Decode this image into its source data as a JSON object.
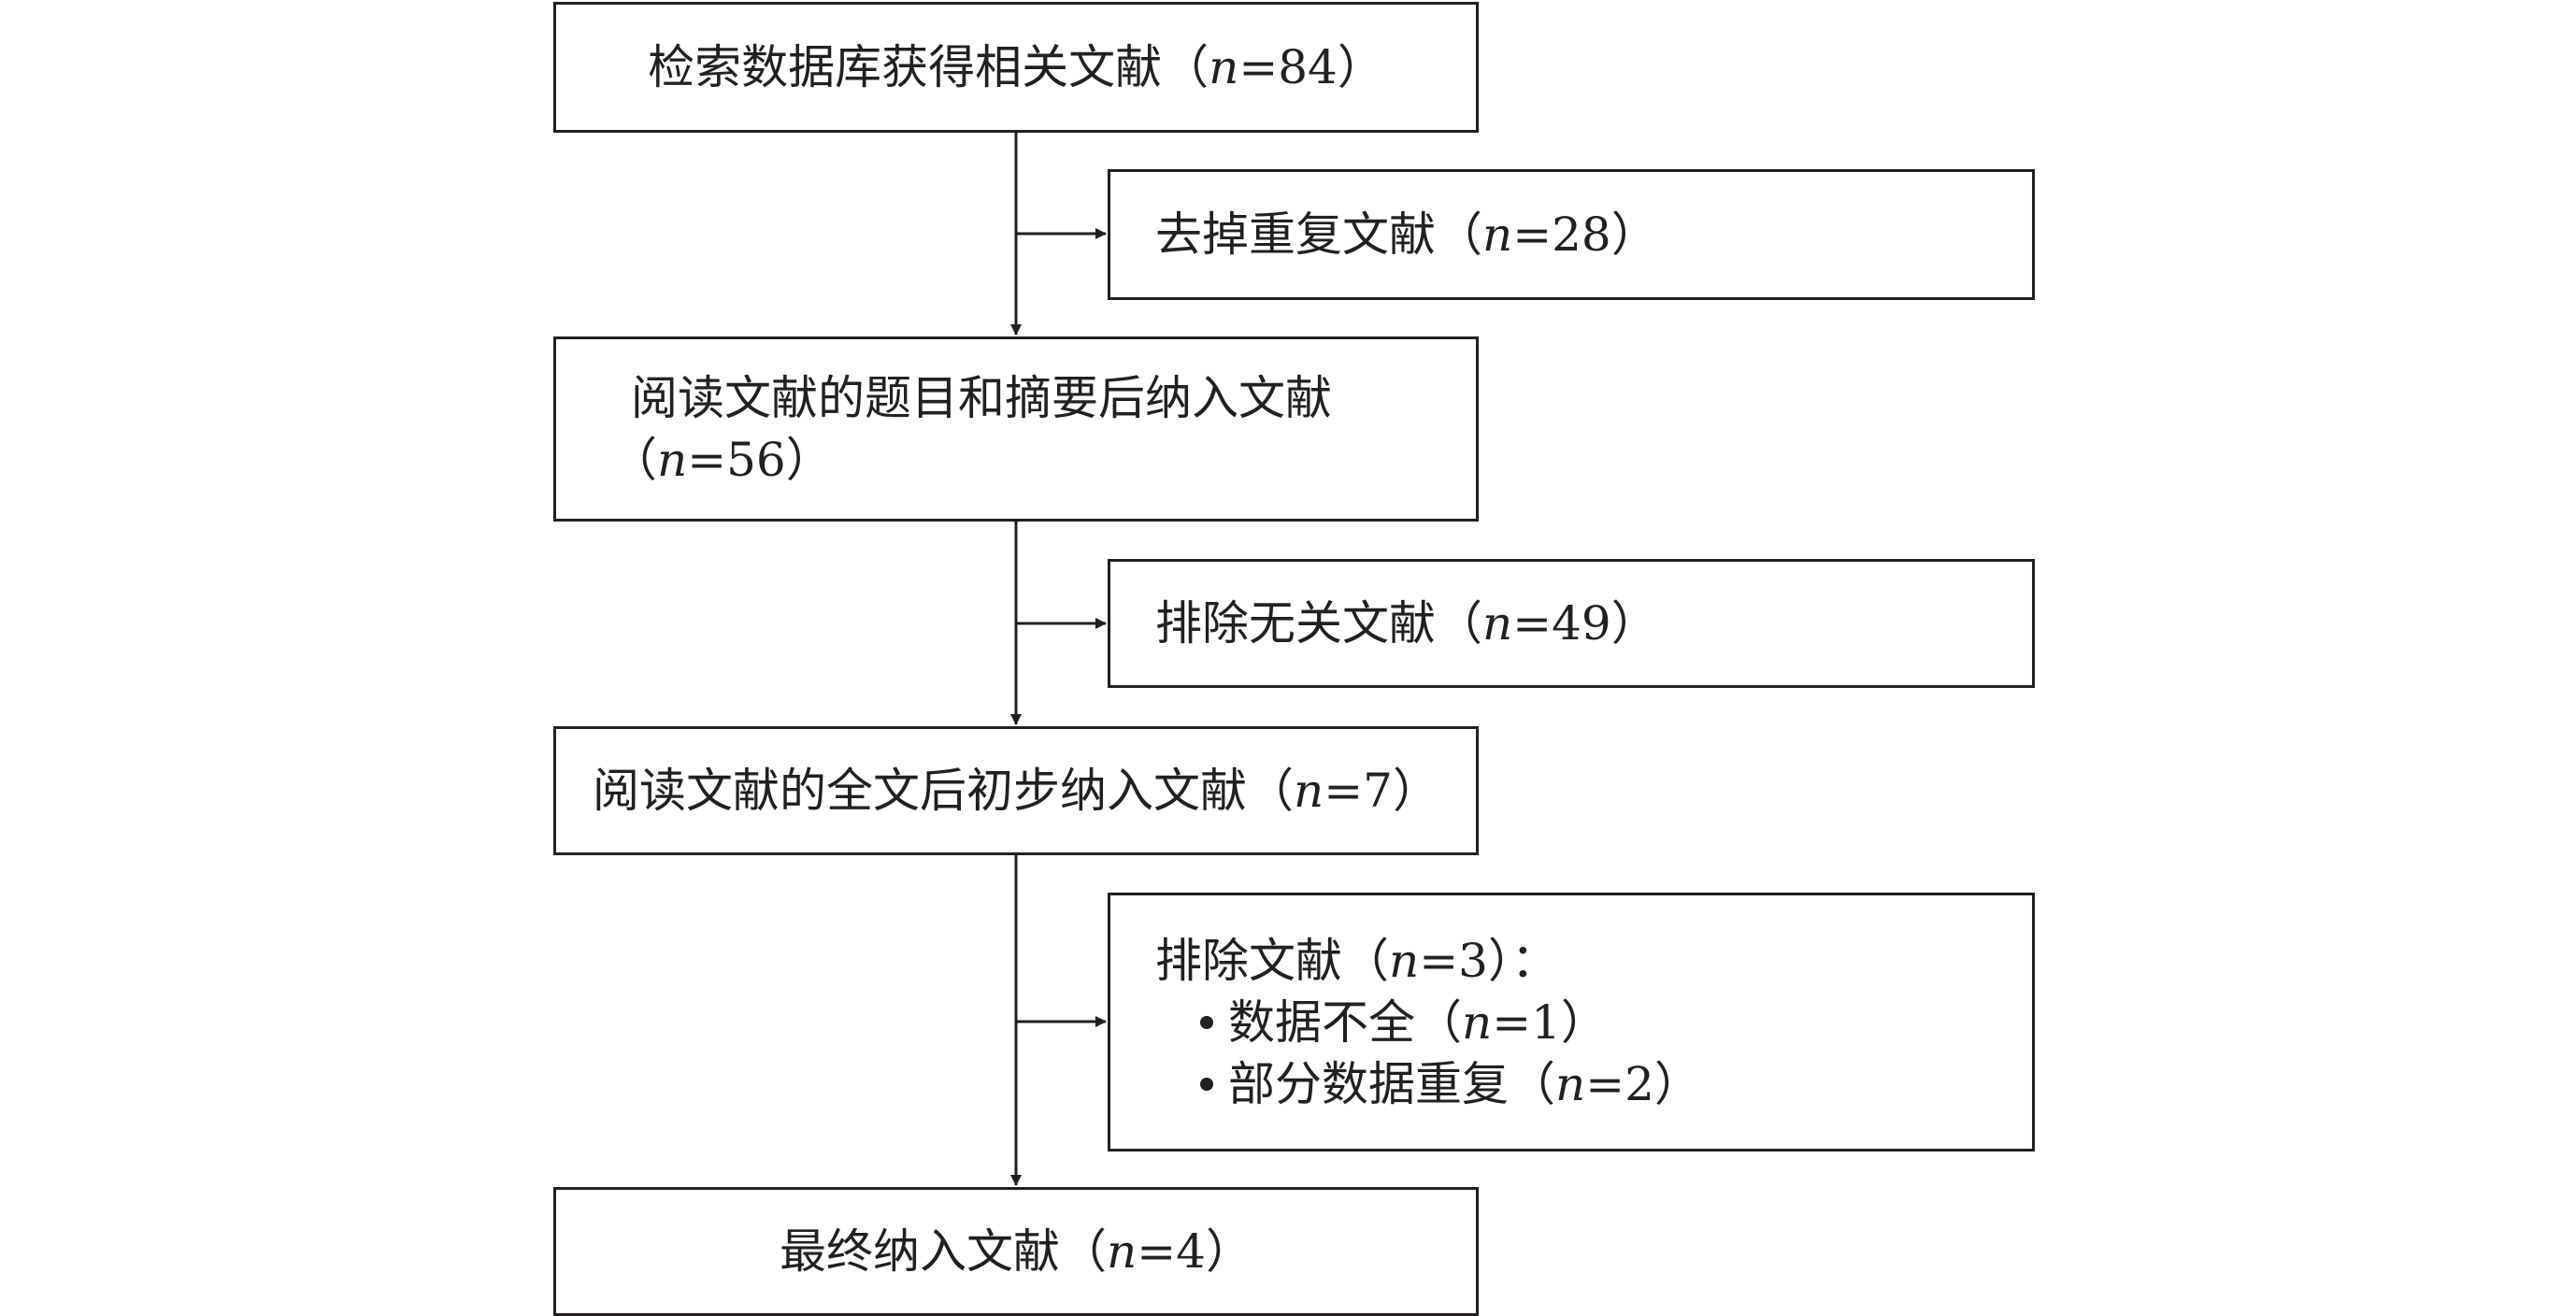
{
  "flowchart": {
    "search": {
      "label": "检索数据库获得相关文献",
      "open": "（",
      "n_var": "n",
      "n_eq": "=84",
      "close": "）"
    },
    "remove_duplicates": {
      "label": "去掉重复文献",
      "open": "（",
      "n_var": "n",
      "n_eq": "=28",
      "close": "）"
    },
    "title_abstract": {
      "label": "阅读文献的题目和摘要后纳入文献",
      "open": "（",
      "n_var": "n",
      "n_eq": "=56",
      "close": "）"
    },
    "exclude_irrelevant": {
      "label": "排除无关文献",
      "open": "（",
      "n_var": "n",
      "n_eq": "=49",
      "close": "）"
    },
    "fulltext": {
      "label": "阅读文献的全文后初步纳入文献",
      "open": "（",
      "n_var": "n",
      "n_eq": "=7",
      "close": "）"
    },
    "exclude_other": {
      "label": "排除文献",
      "open": "（",
      "n_var": "n",
      "n_eq": "=3",
      "close": "）：",
      "reasons": [
        {
          "label": "数据不全",
          "open": "（",
          "n_var": "n",
          "n_eq": "=1",
          "close": "）"
        },
        {
          "label": "部分数据重复",
          "open": "（",
          "n_var": "n",
          "n_eq": "=2",
          "close": "）"
        }
      ]
    },
    "final": {
      "label": "最终纳入文献",
      "open": "（",
      "n_var": "n",
      "n_eq": "=4",
      "close": "）"
    }
  }
}
